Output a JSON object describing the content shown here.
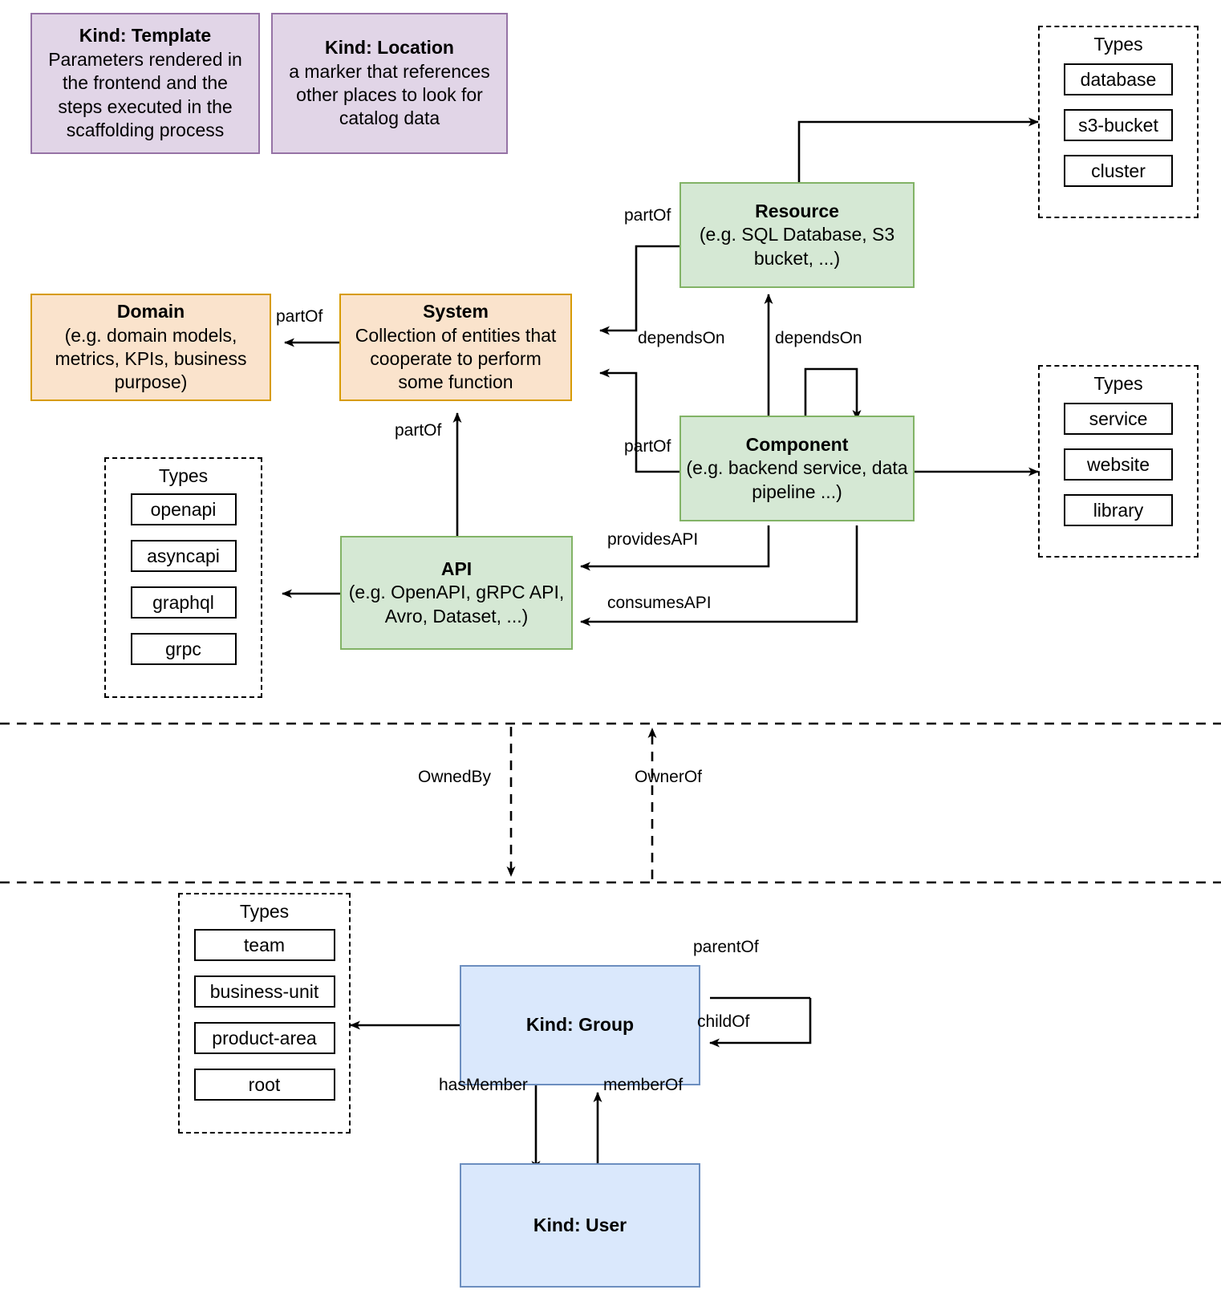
{
  "diagram": {
    "title": "Backstage catalog entity kinds and relations",
    "colors": {
      "purple_fill": "#e1d5e7",
      "purple_stroke": "#9673a6",
      "orange_fill": "#fae3cc",
      "orange_stroke": "#d79b00",
      "green_fill": "#d5e8d4",
      "green_stroke": "#82b366",
      "blue_fill": "#dae8fc",
      "blue_stroke": "#6c8ebf",
      "line": "#000000"
    }
  },
  "nodes": {
    "template": {
      "title": "Kind: Template",
      "desc": "Parameters rendered in the frontend and the steps executed in  the scaffolding process"
    },
    "location": {
      "title": "Kind: Location",
      "desc": "a marker that references other places to look for catalog data"
    },
    "domain": {
      "title": "Domain",
      "desc": "(e.g.  domain models, metrics, KPIs, business purpose)"
    },
    "system": {
      "title": "System",
      "desc": "Collection of entities that cooperate to perform some function"
    },
    "resource": {
      "title": "Resource",
      "desc": "(e.g. SQL Database, S3 bucket, ...)"
    },
    "component": {
      "title": "Component",
      "desc": "(e.g. backend service, data pipeline ...)"
    },
    "api": {
      "title": "API",
      "desc": "(e.g. OpenAPI, gRPC API, Avro, Dataset, ...)"
    },
    "group": {
      "title": "Kind: Group",
      "desc": ""
    },
    "user": {
      "title": "Kind: User",
      "desc": ""
    }
  },
  "type_groups": {
    "resource": {
      "label": "Types",
      "items": [
        "database",
        "s3-bucket",
        "cluster"
      ]
    },
    "component": {
      "label": "Types",
      "items": [
        "service",
        "website",
        "library"
      ]
    },
    "api": {
      "label": "Types",
      "items": [
        "openapi",
        "asyncapi",
        "graphql",
        "grpc"
      ]
    },
    "group": {
      "label": "Types",
      "items": [
        "team",
        "business-unit",
        "product-area",
        "root"
      ]
    }
  },
  "edge_labels": {
    "resource_partof": "partOf",
    "component_partof": "partOf",
    "system_partof": "partOf",
    "api_partof": "partOf",
    "resource_dependson": "dependsOn",
    "component_dependson": "dependsOn",
    "provides_api": "providesAPI",
    "consumes_api": "consumesAPI",
    "owned_by": "OwnedBy",
    "owner_of": "OwnerOf",
    "parent_of": "parentOf",
    "child_of": "childOf",
    "has_member": "hasMember",
    "member_of": "memberOf"
  }
}
